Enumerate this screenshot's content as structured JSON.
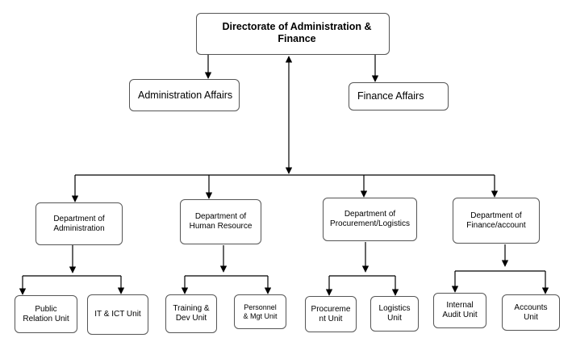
{
  "directorate": {
    "label": "Directorate of Administration & Finance"
  },
  "affairs": [
    {
      "label": "Administration Affairs"
    },
    {
      "label": "Finance Affairs"
    }
  ],
  "departments": [
    {
      "label": "Department of\nAdministration",
      "units": [
        {
          "label": "Public\nRelation Unit"
        },
        {
          "label": "IT & ICT   Unit"
        }
      ]
    },
    {
      "label": "Department of\nHuman Resource",
      "units": [
        {
          "label": "Training &\nDev  Unit"
        },
        {
          "label": "Personnel\n& Mgt Unit"
        }
      ]
    },
    {
      "label": "Department of\nProcurement/Logistics",
      "units": [
        {
          "label": "Procureme\nnt Unit"
        },
        {
          "label": "Logistics\nUnit"
        }
      ]
    },
    {
      "label": "Department of\nFinance/account",
      "units": [
        {
          "label": "Internal\nAudit Unit"
        },
        {
          "label": "Accounts\nUnit"
        }
      ]
    }
  ],
  "colors": {
    "line": "#000000",
    "border": "#555555"
  }
}
